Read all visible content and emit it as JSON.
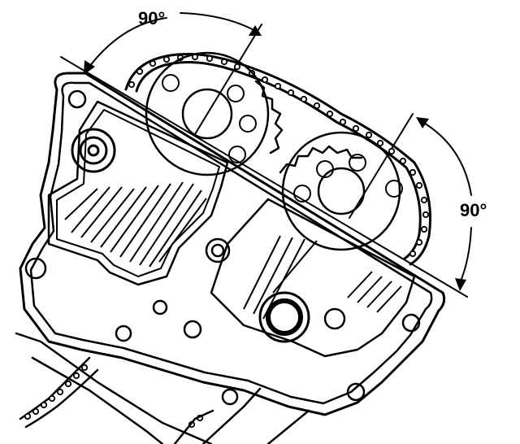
{
  "diagram": {
    "annotations": [
      {
        "id": "angle-left",
        "text": "90°"
      },
      {
        "id": "angle-right",
        "text": "90°"
      }
    ],
    "colors": {
      "ink": "#000000",
      "paper": "#ffffff"
    }
  }
}
